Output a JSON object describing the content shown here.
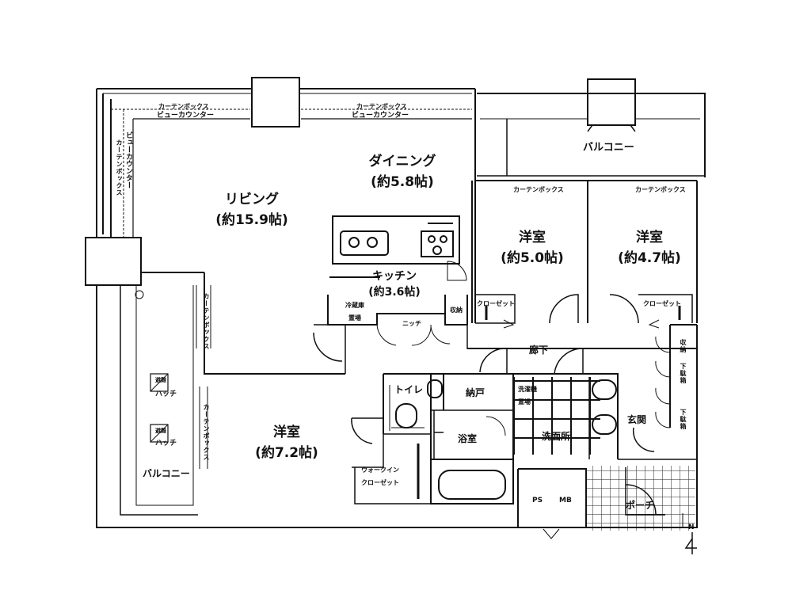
{
  "rooms": {
    "living": {
      "name": "リビング",
      "size": "(約15.9帖)"
    },
    "dining": {
      "name": "ダイニング",
      "size": "(約5.8帖)"
    },
    "kitchen": {
      "name": "キッチン",
      "size": "(約3.6帖)"
    },
    "western_1": {
      "name": "洋室",
      "size": "(約5.0帖)"
    },
    "western_2": {
      "name": "洋室",
      "size": "(約4.7帖)"
    },
    "western_3": {
      "name": "洋室",
      "size": "(約7.2帖)"
    },
    "balcony_north": "バルコニー",
    "balcony_west": "バルコニー",
    "corridor": "廊下",
    "toilet": "トイレ",
    "storage_closet": "納戸",
    "bathroom": "浴室",
    "washroom": "洗面所",
    "entrance": "玄関",
    "porch": "ポーチ"
  },
  "labels": {
    "curtain_box": "カーテンボックス",
    "view_counter": "ビューカウンター",
    "curtain_box_v": "カーテンボックス",
    "view_counter_v": "ビューカウンター",
    "closet": "クローゼット",
    "fridge_1": "冷蔵庫",
    "fridge_2": "置場",
    "niche": "ニッチ",
    "storage": "収納",
    "shoe_box": "下駄箱",
    "washer_1": "洗濯機",
    "washer_2": "置場",
    "walkin_1": "ウォークイン",
    "walkin_2": "クローゼット",
    "evac": "避難",
    "hatch": "ハッチ",
    "ps": "PS",
    "mb": "MB",
    "north": "N"
  }
}
